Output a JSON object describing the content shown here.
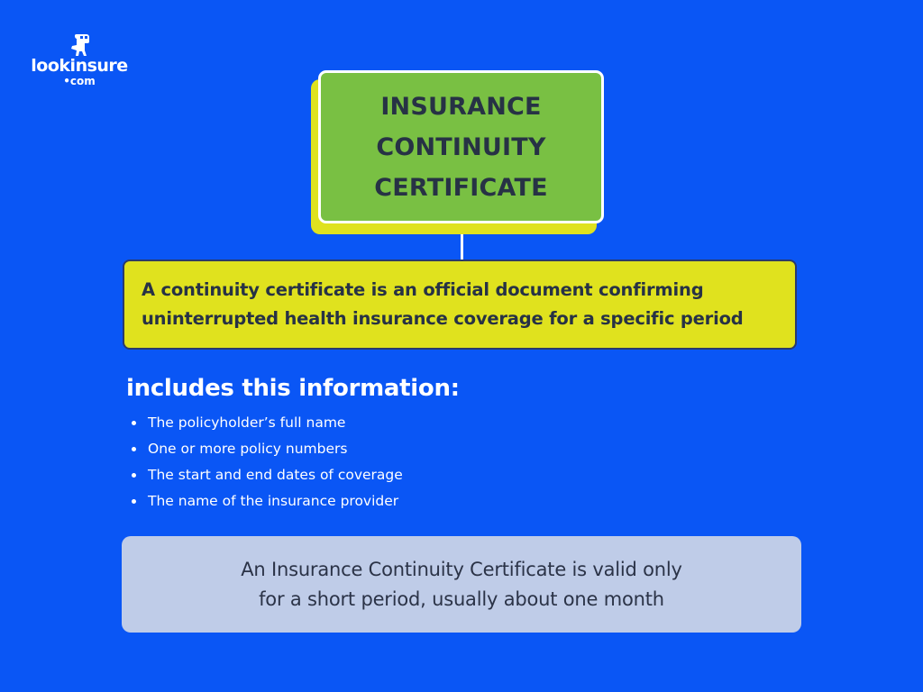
{
  "logo": {
    "mascot_icon": "dinosaur-mascot-icon",
    "brand": "lookinsure",
    "tld": "•com"
  },
  "title_card": {
    "lines": [
      "INSURANCE",
      "CONTINUITY",
      "CERTIFICATE"
    ]
  },
  "definition": {
    "lines": [
      "A continuity certificate is an official document confirming",
      "uninterrupted health insurance coverage for a specific period"
    ]
  },
  "includes": {
    "heading": "includes this information:",
    "items": [
      "The policyholder’s full name",
      "One or more policy numbers",
      "The start and end dates of coverage",
      "The name of the insurance provider"
    ]
  },
  "note": {
    "lines": [
      "An Insurance Continuity Certificate is valid only",
      "for a short period, usually about one month"
    ]
  },
  "colors": {
    "background": "#0a56f5",
    "title_green": "#79c043",
    "accent_yellow": "#e0e21e",
    "text_dark": "#273245",
    "note_bg": "#bfcce8"
  }
}
